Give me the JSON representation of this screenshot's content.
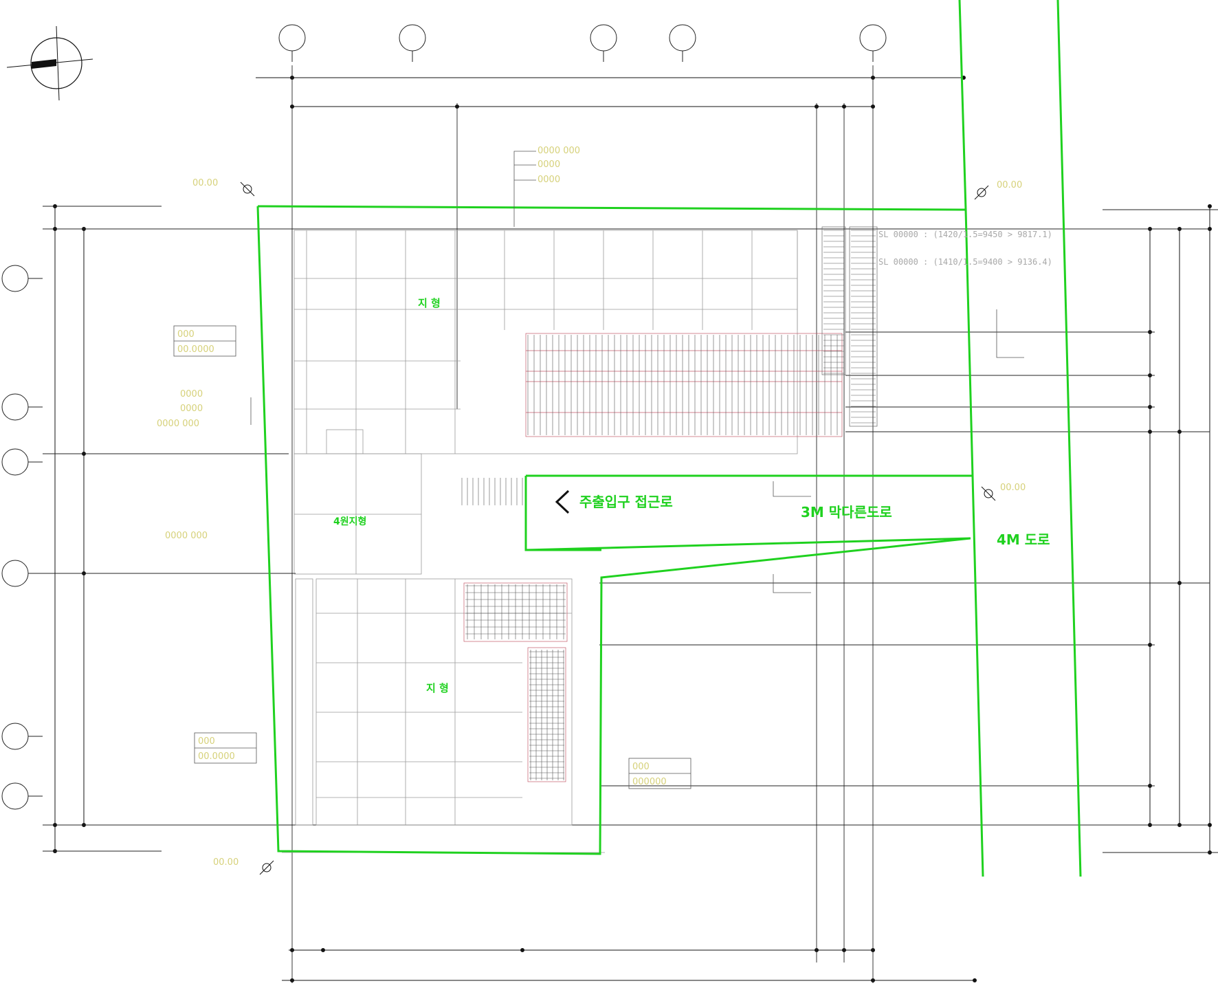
{
  "colors": {
    "boundary": "#1fd11f",
    "grid": "#111111",
    "detail": "#9a9a9a",
    "hatch_red": "#c45a6a",
    "faint_text": "#d6d17a"
  },
  "icons": {
    "north_arrow": "north-arrow-icon",
    "entry_arrow": "chevron-left-icon"
  },
  "labels": {
    "garden_top": "지 형",
    "garden_mid": "4원지형",
    "garden_bottom": "지 형",
    "main_entrance_road": "주출입구 접근로",
    "dead_end_road": "3M 막다른도로",
    "road_4m": "4M 도로"
  },
  "dim_notes": {
    "slope_1": "SL 00000 : (1420/1.5=9450 > 9817.1)",
    "slope_2": "SL 00000 : (1410/1.5=9400 > 9136.4)"
  }
}
